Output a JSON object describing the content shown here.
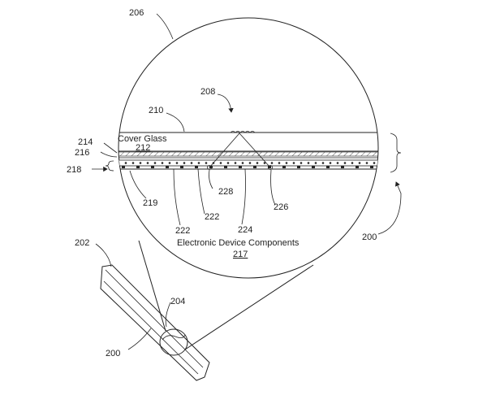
{
  "refs": {
    "r206": "206",
    "r208": "208",
    "r210": "210",
    "r214": "214",
    "r216": "216",
    "r218": "218",
    "r219": "219",
    "r222a": "222",
    "r222b": "222",
    "r224": "224",
    "r226": "226",
    "r228": "228",
    "r200a": "200",
    "r200b": "200",
    "r202": "202",
    "r204": "204"
  },
  "labels": {
    "cover_glass": "Cover Glass",
    "cover_glass_num": "212",
    "components": "Electronic Device Components",
    "components_num": "217"
  }
}
